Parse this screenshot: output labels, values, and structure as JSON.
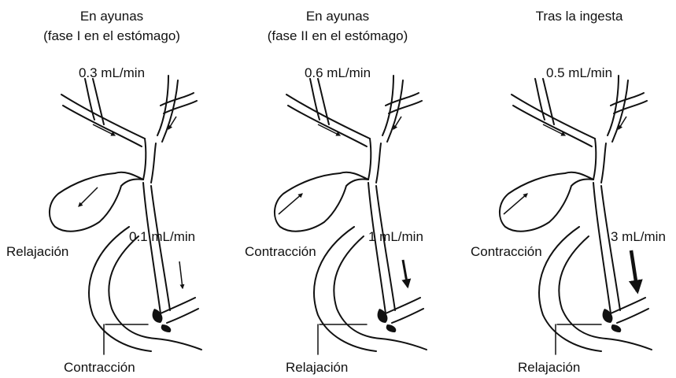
{
  "panels": [
    {
      "title_line1": "En ayunas",
      "title_line2": "(fase I en el estómago)",
      "hepatic_flow": "0.3 mL/min",
      "duct_flow": "0.1 mL/min",
      "gallbladder_state": "Relajación",
      "sphincter_state": "Contracción"
    },
    {
      "title_line1": "En ayunas",
      "title_line2": "(fase II en el estómago)",
      "hepatic_flow": "0.6 mL/min",
      "duct_flow": "1 mL/min",
      "gallbladder_state": "Contracción",
      "sphincter_state": "Relajación"
    },
    {
      "title_line1": "Tras la ingesta",
      "title_line2": "",
      "hepatic_flow": "0.5 mL/min",
      "duct_flow": "3 mL/min",
      "gallbladder_state": "Contracción",
      "sphincter_state": "Relajación"
    }
  ]
}
